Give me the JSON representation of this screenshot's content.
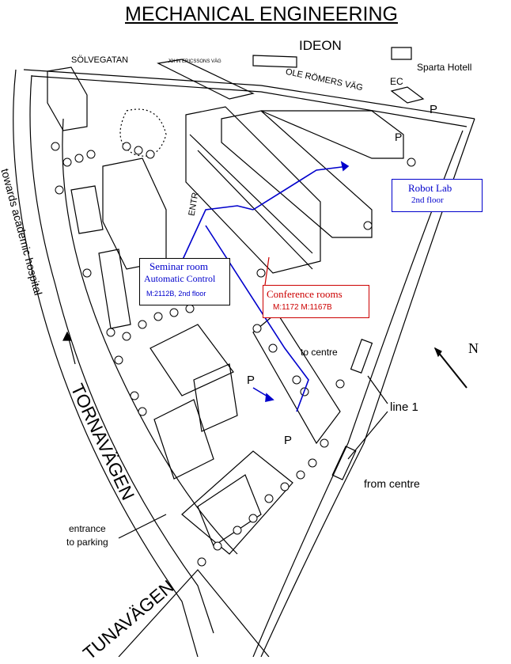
{
  "title": "MECHANICAL ENGINEERING",
  "streets": {
    "solvegatan": "SÖLVEGATAN",
    "john_ericssons": "JOHN ERICSSONS VÄG",
    "ole_romers": "OLE RÖMERS VÄG",
    "tornavagen": "TORNAVÄGEN",
    "tunavagen": "TUNAVÄGEN"
  },
  "places": {
    "ideon": "IDEON",
    "sparta": "Sparta Hotell",
    "ec": "EC",
    "towards_hospital": "towards academic hospital",
    "to_centre": "to centre",
    "from_centre": "from centre",
    "line1": "line 1",
    "entrance_parking_1": "entrance",
    "entrance_parking_2": "to parking",
    "entrance_bldg": "ENTR"
  },
  "parking_label": "P",
  "north_label": "N",
  "callouts": {
    "robot_lab": {
      "line1": "Robot Lab",
      "line2": "2nd floor"
    },
    "seminar": {
      "line1": "Seminar room",
      "line2": "Automatic Control",
      "line3": "M:2112B, 2nd floor"
    },
    "conference": {
      "line1": "Conference rooms",
      "line2": "M:1172 M:1167B"
    }
  },
  "colors": {
    "ink": "#000000",
    "route": "#0000cc",
    "conference": "#cc0000"
  }
}
